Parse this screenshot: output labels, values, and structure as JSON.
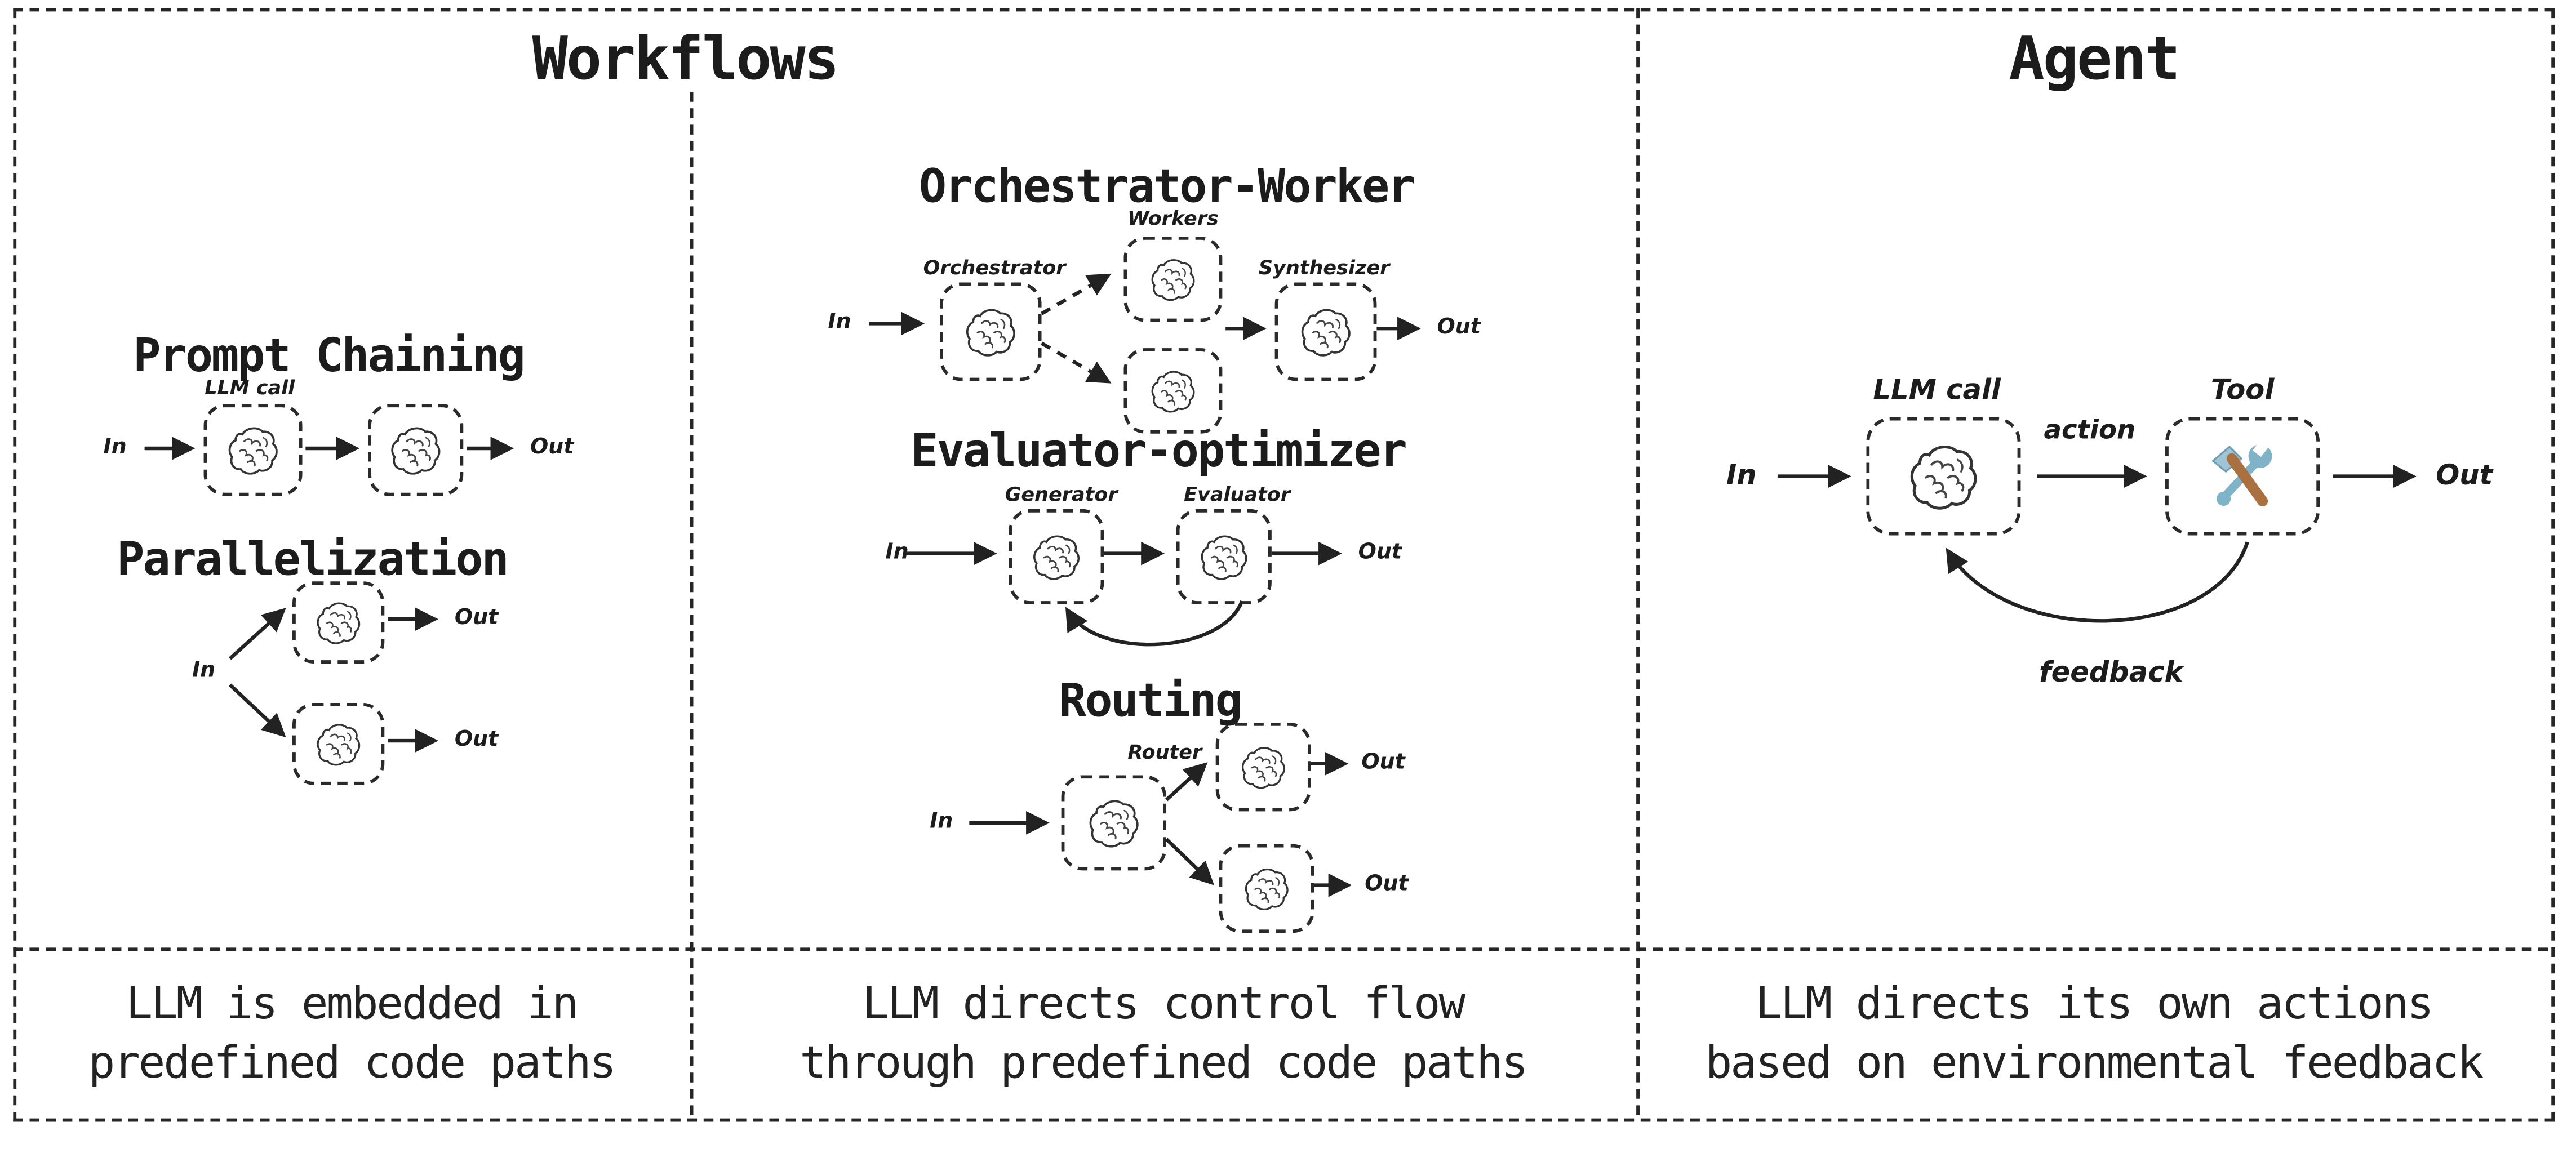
{
  "titles": {
    "workflows": "Workflows",
    "agent": "Agent"
  },
  "sections": {
    "prompt_chaining": {
      "heading": "Prompt Chaining",
      "llm_call_label": "LLM call",
      "in_label": "In",
      "out_label": "Out"
    },
    "parallelization": {
      "heading": "Parallelization",
      "in_label": "In",
      "out_top_label": "Out",
      "out_bottom_label": "Out"
    },
    "orchestrator_worker": {
      "heading": "Orchestrator-Worker",
      "workers_label": "Workers",
      "orchestrator_label": "Orchestrator",
      "synthesizer_label": "Synthesizer",
      "in_label": "In",
      "out_label": "Out"
    },
    "evaluator_optimizer": {
      "heading": "Evaluator-optimizer",
      "generator_label": "Generator",
      "evaluator_label": "Evaluator",
      "in_label": "In",
      "out_label": "Out"
    },
    "routing": {
      "heading": "Routing",
      "router_label": "Router",
      "in_label": "In",
      "out_top_label": "Out",
      "out_bottom_label": "Out"
    },
    "agent": {
      "llm_call_label": "LLM call",
      "tool_label": "Tool",
      "action_label": "action",
      "feedback_label": "feedback",
      "in_label": "In",
      "out_label": "Out"
    }
  },
  "captions": {
    "workflows_left": [
      "LLM is embedded in",
      "predefined code paths"
    ],
    "workflows_right": [
      "LLM directs control flow",
      "through predefined code paths"
    ],
    "agent": [
      "LLM directs its own actions",
      "based on environmental feedback"
    ]
  },
  "icons": {
    "brain": "brain-icon",
    "tool": "hammer-and-wrench-icon"
  },
  "colors": {
    "ink": "#1c1c1c",
    "line": "#262626",
    "wrench_blue": "#7fb3c8",
    "hammer_brown": "#a9713f",
    "background": "#ffffff"
  }
}
